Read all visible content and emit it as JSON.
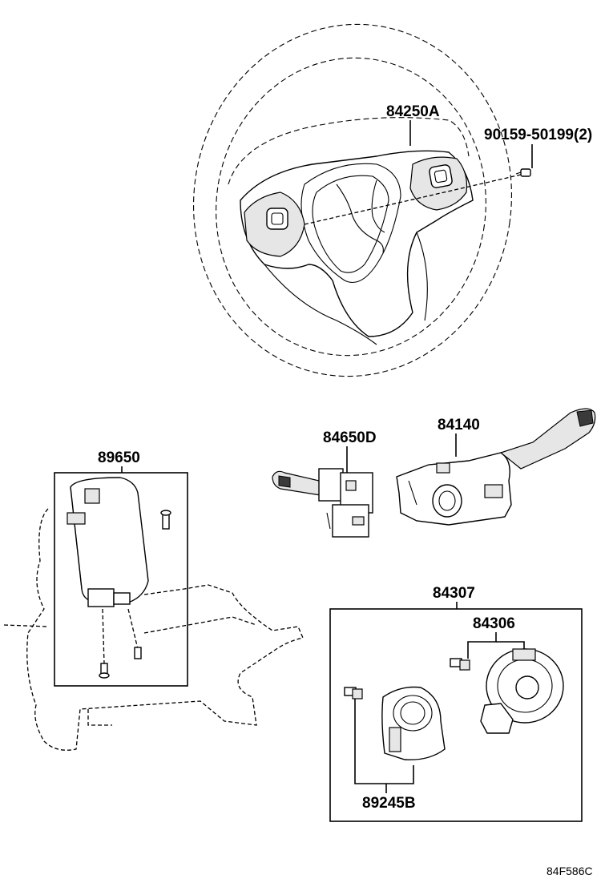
{
  "parts": {
    "steering_wheel": "84250A",
    "screw": "90159-50199(2)",
    "ecu": "89650",
    "wiper_switch": "84650D",
    "turn_switch": "84140",
    "spiral_cable_assy": "84307",
    "spiral_cable": "84306",
    "steering_sensor": "89245B"
  },
  "diagram_code": "84F586C"
}
